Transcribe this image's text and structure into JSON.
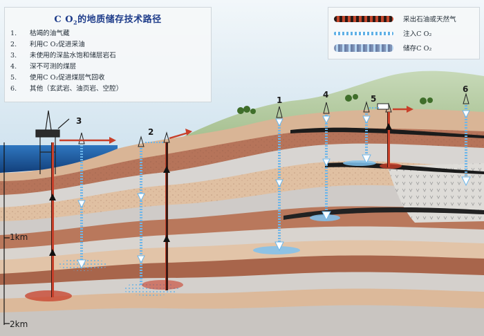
{
  "title_main": "C O",
  "title_sub": "2",
  "title_rest": "的地质储存技术路径",
  "routes": [
    {
      "num": "1.",
      "text": "枯竭的油气藏"
    },
    {
      "num": "2.",
      "text": "利用C O₂促进采油"
    },
    {
      "num": "3.",
      "text": "未使用的深盐水饱和储层岩石"
    },
    {
      "num": "4.",
      "text": "深不可测的煤层"
    },
    {
      "num": "5.",
      "text": "使用C O₂促进煤层气回收"
    },
    {
      "num": "6.",
      "text": "其他（玄武岩、油页岩、空腔）"
    }
  ],
  "legend": [
    {
      "key": "oil",
      "label": "采出石油或天然气"
    },
    {
      "key": "inject",
      "label": "注入C O₂"
    },
    {
      "key": "store",
      "label": "储存C O₂"
    }
  ],
  "depth_labels": [
    "1km",
    "2km"
  ],
  "site_numbers": [
    "3",
    "2",
    "1",
    "4",
    "5",
    "6"
  ],
  "colors": {
    "sky": "#dcebf3",
    "sea": "#1e5fa8",
    "hill": "#a9c49a",
    "layer_tan": "#d6b08f",
    "layer_brown": "#a8644a",
    "layer_gray": "#cfcdcb",
    "oil_red": "#c8402a",
    "inject_blue": "#6cb6ea"
  }
}
